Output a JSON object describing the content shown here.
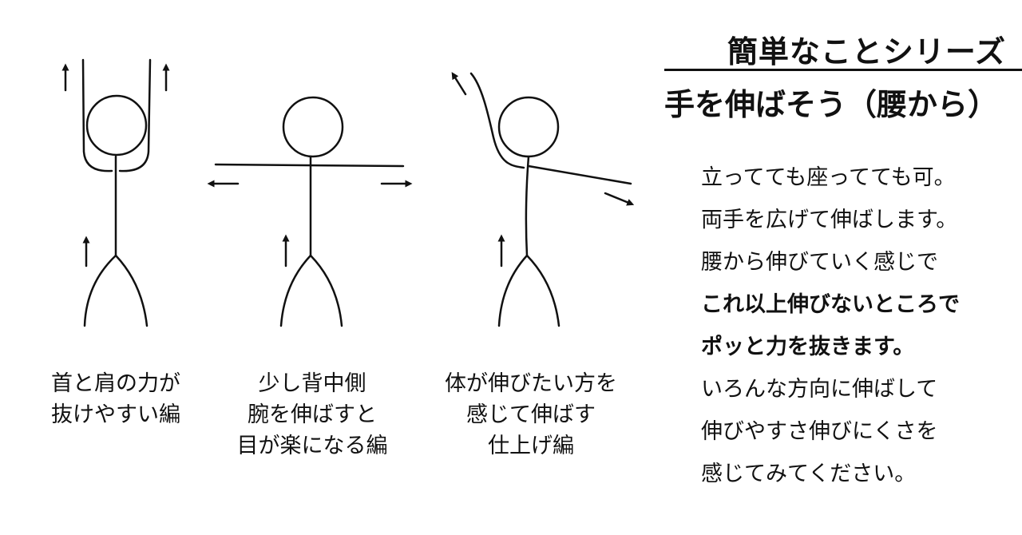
{
  "header": {
    "series_title": "簡単なことシリーズ",
    "main_title": "手を伸ばそう（腰から）"
  },
  "captions": [
    {
      "lines": [
        "首と肩の力が",
        "抜けやすい編"
      ]
    },
    {
      "lines": [
        "少し背中側",
        "腕を伸ばすと",
        "目が楽になる編"
      ]
    },
    {
      "lines": [
        "体が伸びたい方を",
        "感じて伸ばす",
        "仕上げ編"
      ]
    }
  ],
  "body": {
    "lines": [
      {
        "text": "立ってても座ってても可。",
        "bold": false
      },
      {
        "text": "両手を広げて伸ばします。",
        "bold": false
      },
      {
        "text": "腰から伸びていく感じで",
        "bold": false
      },
      {
        "text": "これ以上伸びないところで",
        "bold": true
      },
      {
        "text": "ポッと力を抜きます。",
        "bold": true
      },
      {
        "text": "いろんな方向に伸ばして",
        "bold": false
      },
      {
        "text": "伸びやすさ伸びにくさを",
        "bold": false
      },
      {
        "text": "感じてみてください。",
        "bold": false
      }
    ]
  },
  "figures": [
    {
      "name": "arms-up-figure",
      "icon": "stick-figure-arms-up"
    },
    {
      "name": "arms-out-figure",
      "icon": "stick-figure-arms-out"
    },
    {
      "name": "diagonal-stretch-figure",
      "icon": "stick-figure-diagonal"
    }
  ],
  "colors": {
    "ink": "#111111",
    "background": "#ffffff"
  }
}
